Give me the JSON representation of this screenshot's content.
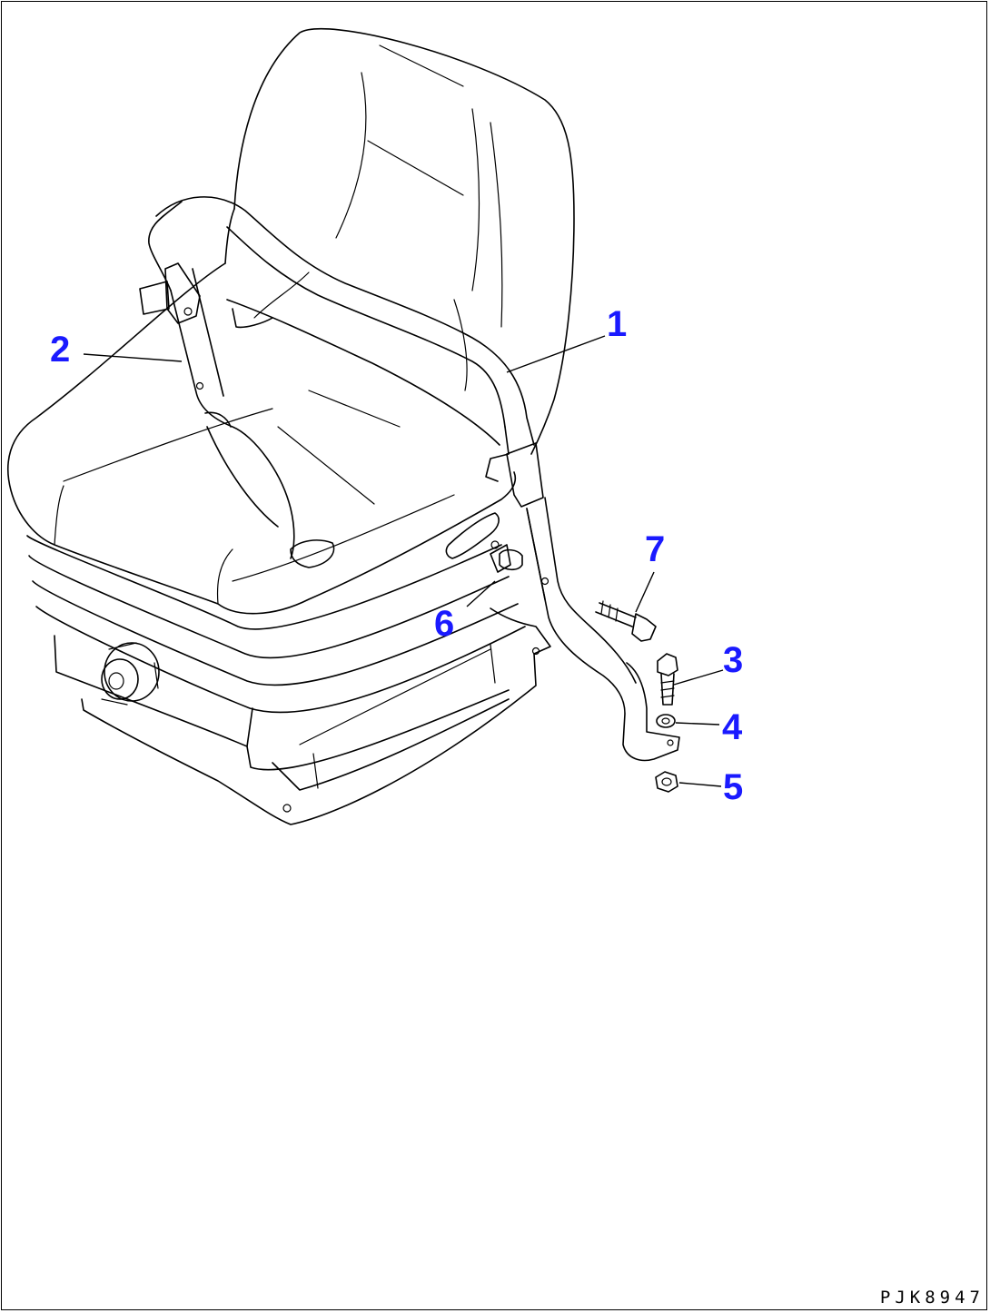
{
  "figure_code": "PJK8947",
  "colors": {
    "line": "#000000",
    "callout": "#1a1aff",
    "background": "#ffffff"
  },
  "callouts": [
    {
      "id": "1",
      "label": "1"
    },
    {
      "id": "2",
      "label": "2"
    },
    {
      "id": "3",
      "label": "3"
    },
    {
      "id": "4",
      "label": "4"
    },
    {
      "id": "5",
      "label": "5"
    },
    {
      "id": "6",
      "label": "6"
    },
    {
      "id": "7",
      "label": "7"
    }
  ]
}
